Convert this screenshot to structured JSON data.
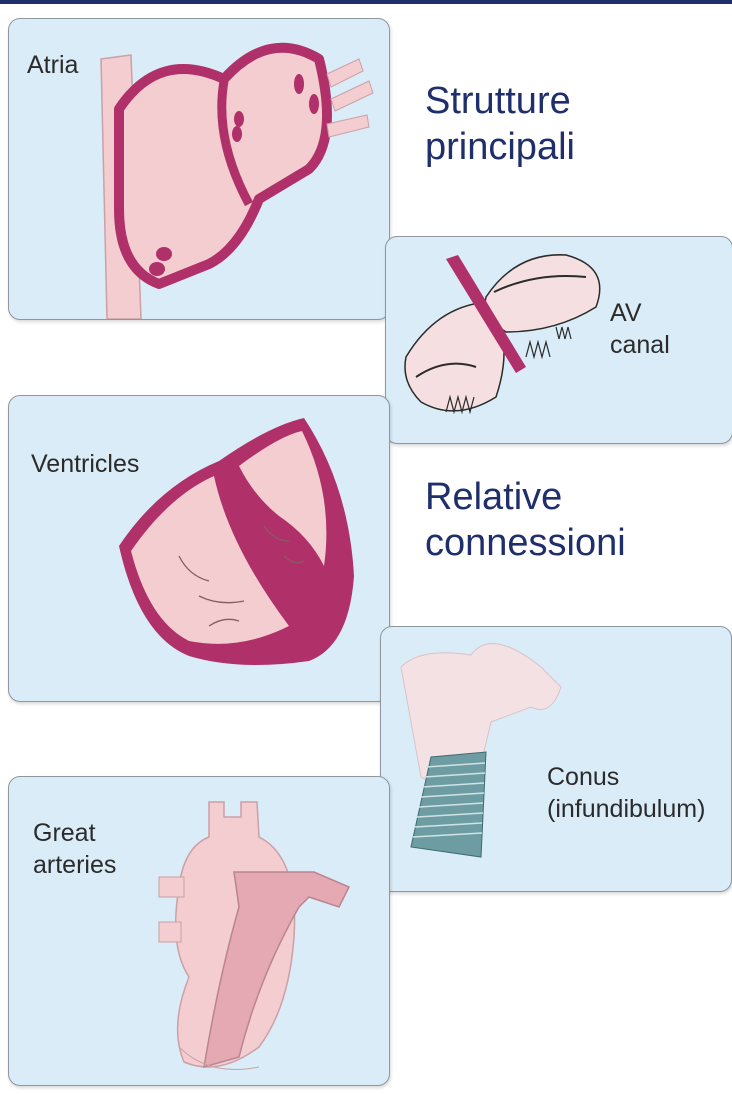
{
  "headings": {
    "main_structures": [
      "Strutture",
      "principali"
    ],
    "connections": [
      "Relative",
      "connessioni"
    ]
  },
  "panels": {
    "atria": {
      "label": "Atria"
    },
    "av_canal": {
      "label": "AV\ncanal"
    },
    "ventricles": {
      "label": "Ventricles"
    },
    "conus": {
      "label": "Conus\n(infundibulum)"
    },
    "great_arteries": {
      "label": "Great\narteries"
    }
  },
  "colors": {
    "panel_background": "#d9ecf7",
    "tissue_pink": "#f3cdd0",
    "wall_magenta": "#b0306a",
    "heading_navy": "#1f2f6b"
  }
}
